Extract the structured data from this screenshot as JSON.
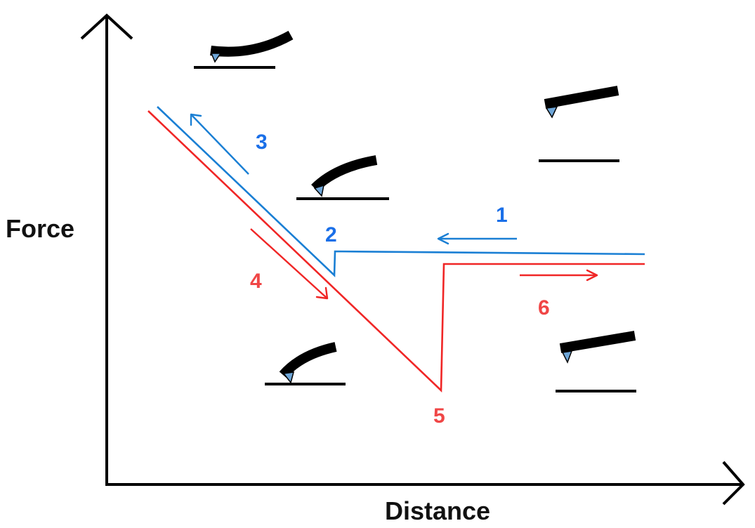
{
  "axes": {
    "x_label": "Distance",
    "y_label": "Force"
  },
  "colors": {
    "approach": "#1a7fd4",
    "retract": "#f02626",
    "label_blue": "#1a6fe8",
    "label_red": "#f04646",
    "tip": "#6ea6d8",
    "ink": "#000000"
  },
  "steps": [
    {
      "id": "1",
      "text": "1",
      "trace": "approach"
    },
    {
      "id": "2",
      "text": "2",
      "trace": "approach"
    },
    {
      "id": "3",
      "text": "3",
      "trace": "approach"
    },
    {
      "id": "4",
      "text": "4",
      "trace": "retract"
    },
    {
      "id": "5",
      "text": "5",
      "trace": "retract"
    },
    {
      "id": "6",
      "text": "6",
      "trace": "retract"
    }
  ],
  "icons": [
    "cantilever-bent-up-icon",
    "cantilever-contact-icon",
    "cantilever-free-icon",
    "cantilever-adhesion-icon",
    "cantilever-released-icon"
  ]
}
